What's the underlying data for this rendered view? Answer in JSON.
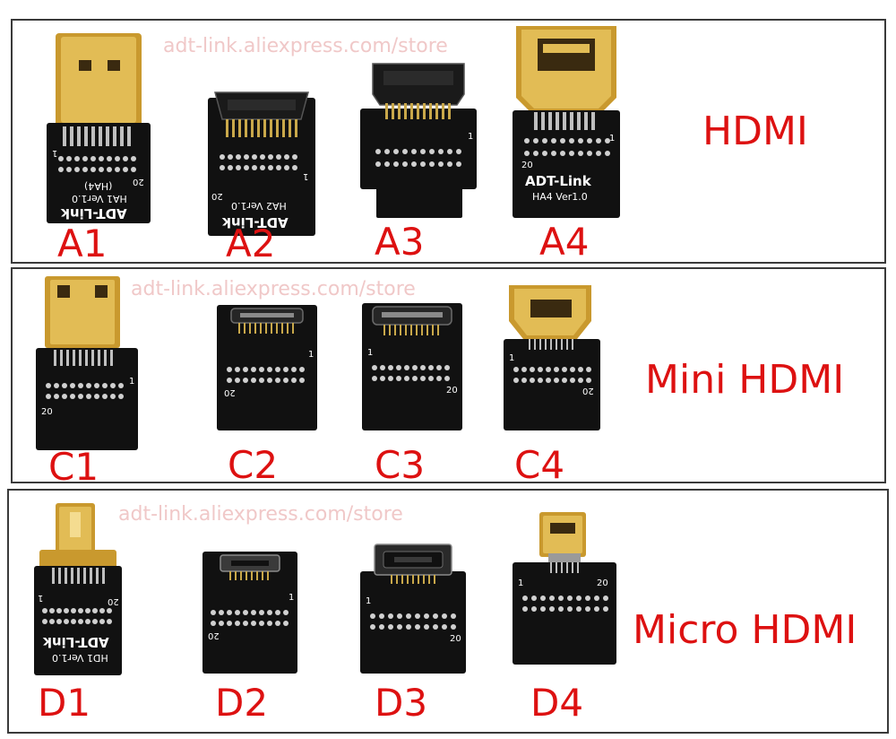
{
  "watermark": "adt-link.aliexpress.com/store",
  "rows": {
    "hdmi": {
      "label": "HDMI"
    },
    "mini": {
      "label": "Mini HDMI"
    },
    "micro": {
      "label": "Micro HDMI"
    }
  },
  "adapters": {
    "a1": {
      "code": "A1",
      "brand": "ADT-Link",
      "model": "HA1 Ver1.0",
      "sub": "(HA4)",
      "pin_start": "1",
      "pin_end": "20"
    },
    "a2": {
      "code": "A2",
      "brand": "ADT-Link",
      "model": "HA2 Ver1.0",
      "pin_start": "1",
      "pin_end": "20"
    },
    "a3": {
      "code": "A3",
      "pin_start": "1"
    },
    "a4": {
      "code": "A4",
      "brand": "ADT-Link",
      "model": "HA4 Ver1.0",
      "pin_start": "1",
      "pin_end": "20"
    },
    "c1": {
      "code": "C1",
      "pin_start": "1",
      "pin_end": "20"
    },
    "c2": {
      "code": "C2",
      "pin_start": "1",
      "pin_end": "20"
    },
    "c3": {
      "code": "C3",
      "pin_start": "1",
      "pin_end": "20"
    },
    "c4": {
      "code": "C4",
      "pin_start": "1",
      "pin_end": "20"
    },
    "d1": {
      "code": "D1",
      "brand": "ADT-Link",
      "model": "HD1 Ver1.0",
      "pin_start": "1",
      "pin_end": "20"
    },
    "d2": {
      "code": "D2",
      "pin_start": "1",
      "pin_end": "20"
    },
    "d3": {
      "code": "D3",
      "pin_start": "1",
      "pin_end": "20"
    },
    "d4": {
      "code": "D4",
      "pin_start": "1",
      "pin_end": "20"
    }
  },
  "colors": {
    "label_red": "#dd1111",
    "board": "#111111",
    "gold": "#d4a838",
    "border": "#3a3a3a",
    "watermark": "#f0c8c8"
  }
}
